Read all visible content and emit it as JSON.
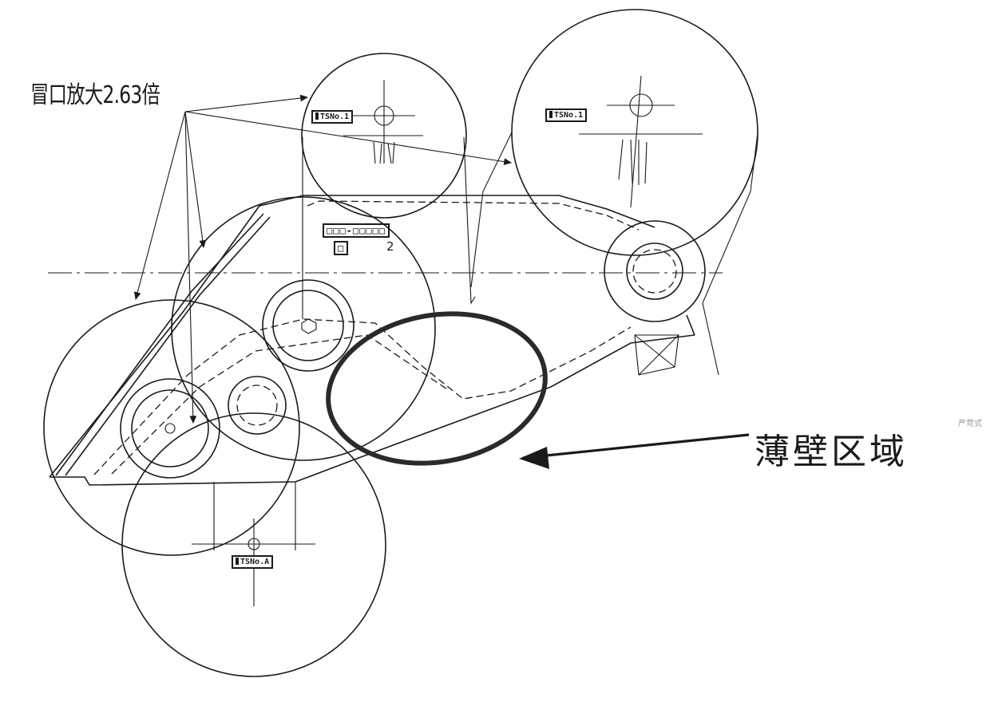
{
  "annotations": {
    "riser_label": "冒口放大2.63倍",
    "thin_wall_label": "薄壁区域",
    "side_fragment": "严苛式"
  },
  "riser_tags": {
    "top_left": "TSNo.1",
    "top_right": "TSNo.1",
    "bottom": "TSNo.A"
  },
  "casting_marks": {
    "part_code": "□□□-□□□□□",
    "code_box": "□",
    "code_digit": "2"
  },
  "colors": {
    "ink": "#1a1a1a",
    "highlight": "#2a2a2a",
    "background": "#ffffff"
  }
}
